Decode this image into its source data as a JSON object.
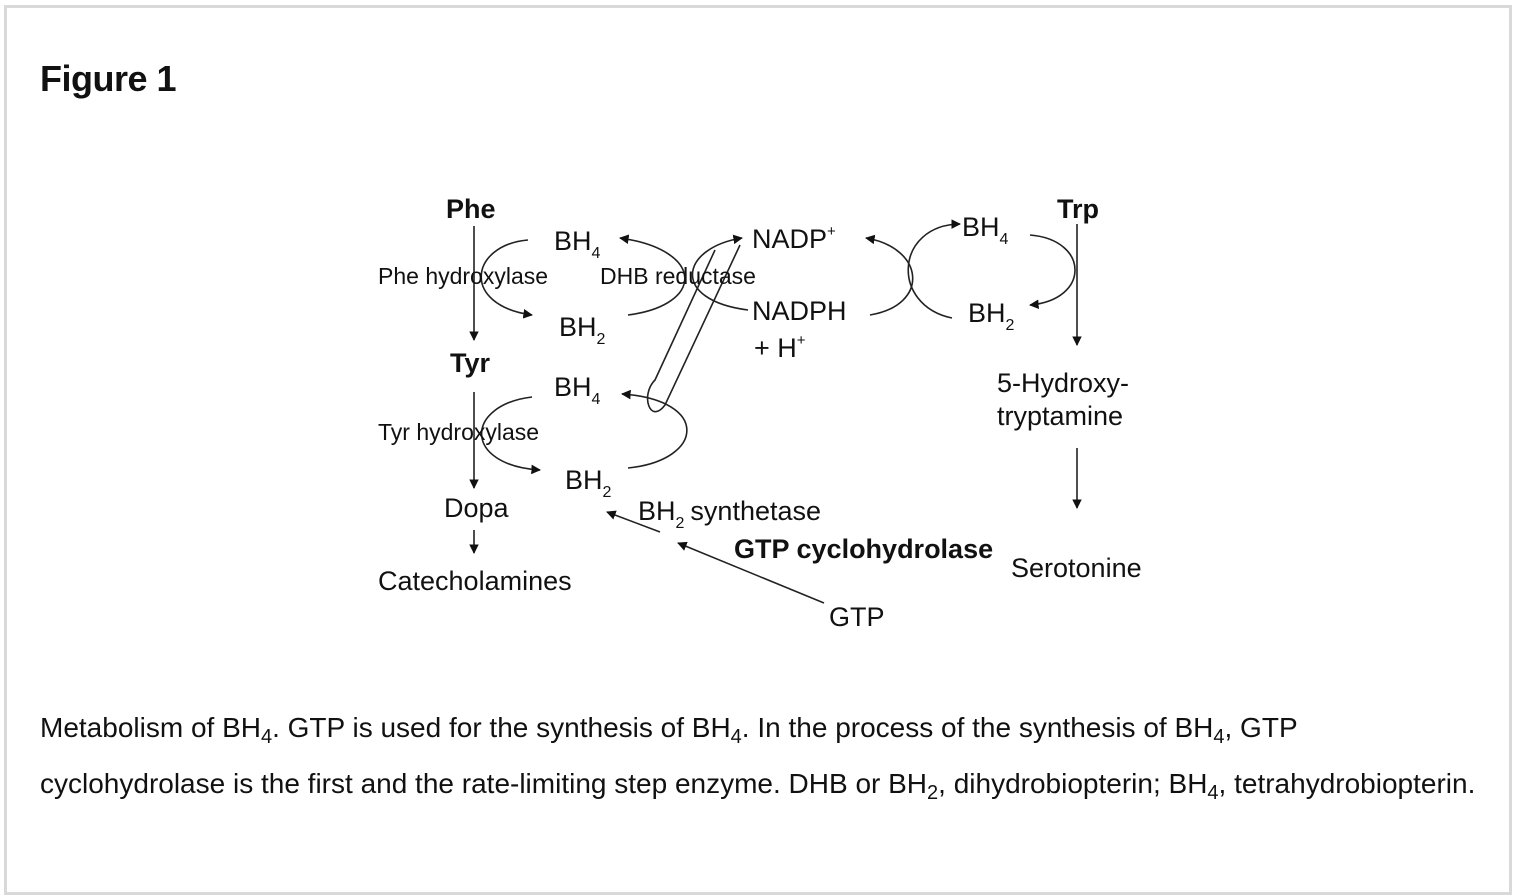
{
  "figure": {
    "title": "Figure 1"
  },
  "diagram": {
    "phe": "Phe",
    "tyr": "Tyr",
    "trp": "Trp",
    "dopa": "Dopa",
    "catecholamines": "Catecholamines",
    "phe_hydroxylase": "Phe hydroxylase",
    "tyr_hydroxylase": "Tyr hydroxylase",
    "dhb_reductase": "DHB reductase",
    "bh": "BH",
    "sub4": "4",
    "sub2": "2",
    "nadp": "NADP",
    "plus": "+",
    "nadph": "NADPH",
    "h_plus_prefix": "+ H",
    "hydroxy_line1": "5-Hydroxy-",
    "hydroxy_line2": "tryptamine",
    "serotonine": "Serotonine",
    "synthetase": "synthetase",
    "gtp_cyclohydrolase": "GTP cyclohydrolase",
    "gtp": "GTP"
  },
  "caption": {
    "p1": "Metabolism of BH",
    "s1": "4",
    "p2": ". GTP is used for the synthesis of BH",
    "s2": "4",
    "p3": ". In the process of the synthesis of BH",
    "s3": "4",
    "p4": ", GTP cyclohydrolase is the first and the rate-limiting step enzyme. DHB or BH",
    "s4": "2",
    "p5": ", dihydrobiopterin; BH",
    "s5": "4",
    "p6": ", tetrahydrobiopterin."
  }
}
